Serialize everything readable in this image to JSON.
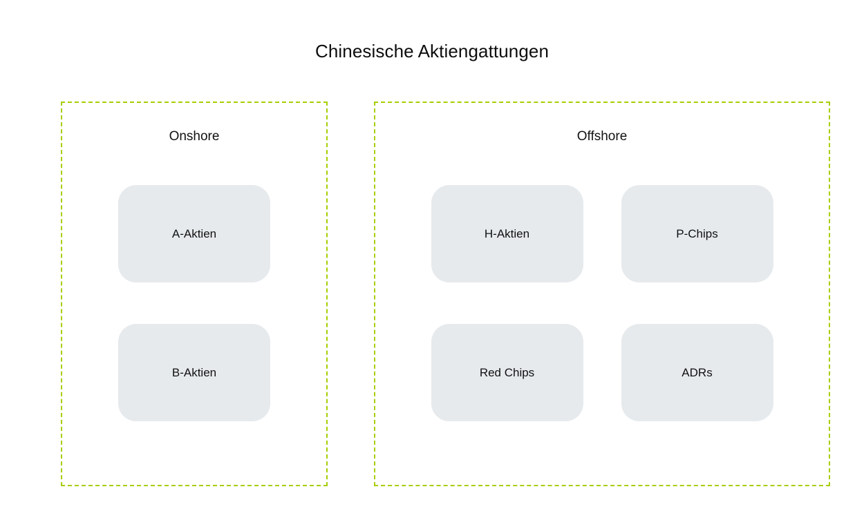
{
  "title": "Chinesische Aktiengattungen",
  "colors": {
    "background": "#ffffff",
    "group_border": "#a6ce00",
    "node_fill": "#e6eaed",
    "text": "#101010"
  },
  "chart_data": {
    "type": "diagram",
    "title": "Chinesische Aktiengattungen",
    "groups": [
      {
        "label": "Onshore",
        "nodes": [
          "A-Aktien",
          "B-Aktien"
        ]
      },
      {
        "label": "Offshore",
        "nodes": [
          "H-Aktien",
          "P-Chips",
          "Red Chips",
          "ADRs"
        ]
      }
    ]
  },
  "groups": [
    {
      "label": "Onshore",
      "nodes": [
        {
          "label": "A-Aktien"
        },
        {
          "label": "B-Aktien"
        }
      ]
    },
    {
      "label": "Offshore",
      "nodes": [
        {
          "label": "H-Aktien"
        },
        {
          "label": "P-Chips"
        },
        {
          "label": "Red Chips"
        },
        {
          "label": "ADRs"
        }
      ]
    }
  ]
}
